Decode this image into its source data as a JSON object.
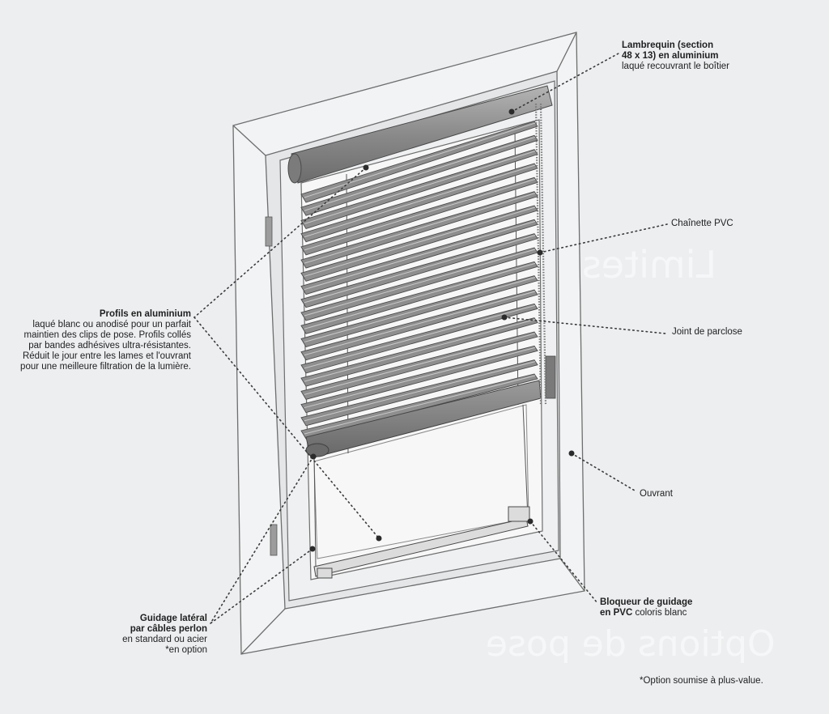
{
  "colors": {
    "page_background": "#eceef0",
    "frame_stroke": "#6e6e6e",
    "slat_fill": "#8e8e8e",
    "text": "#1f1f1f",
    "leader_dots": "#3a3a3a"
  },
  "callouts": {
    "lambrequin": {
      "title": "Lambrequin (section 48 x 13) en aluminium",
      "line1": "Lambrequin (section",
      "line2": "48 x 13) en aluminium",
      "detail": "laqué recouvrant le boîtier"
    },
    "chainette": {
      "title": "Chaînette PVC"
    },
    "profils": {
      "title": "Profils en aluminium",
      "lines": [
        "laqué blanc ou anodisé pour un parfait",
        "maintien des clips de pose. Profils collés",
        "par bandes adhésives ultra-résistantes.",
        "Réduit le jour entre les lames et l'ouvrant",
        "pour une meilleure filtration de la lumière."
      ]
    },
    "joint": {
      "title": "Joint de parclose"
    },
    "ouvrant": {
      "title": "Ouvrant"
    },
    "guidage": {
      "line1": "Guidage latéral",
      "line2": "par câbles perlon",
      "line3": "en standard ou acier",
      "line4": "*en option"
    },
    "bloqueur": {
      "line1": "Bloqueur de guidage",
      "line2_bold": "en PVC",
      "line2_rest": " coloris blanc"
    }
  },
  "footnote": "*Option soumise à plus-value."
}
